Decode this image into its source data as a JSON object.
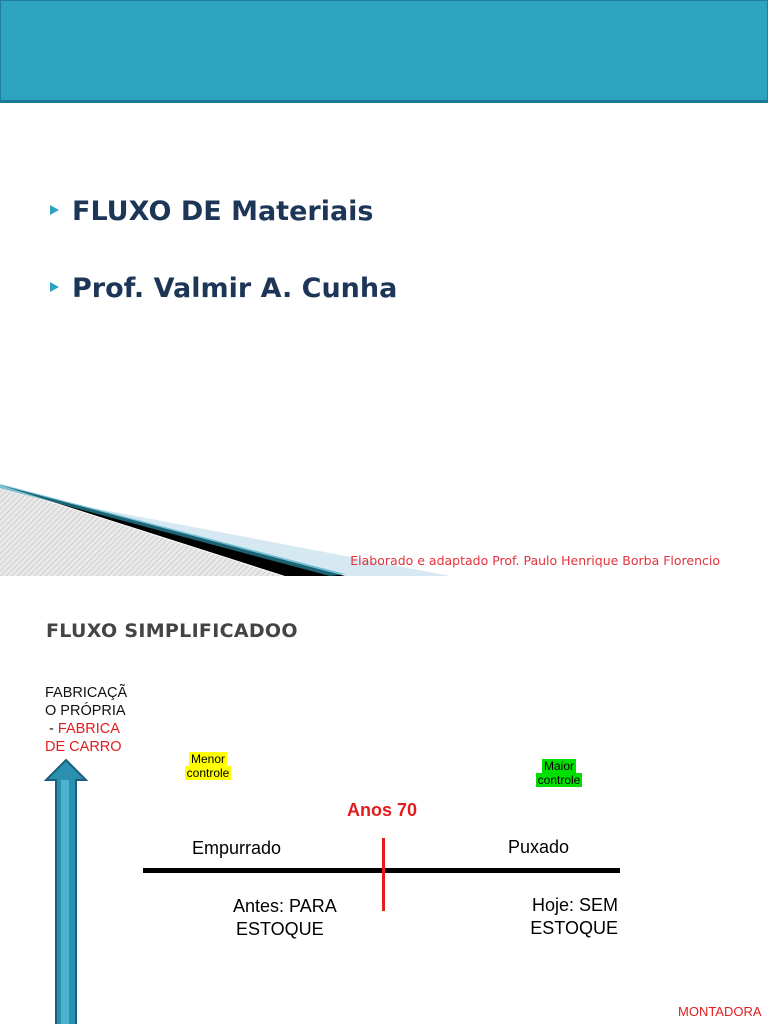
{
  "slide1": {
    "bullets": [
      {
        "text": "FLUXO DE Materiais"
      },
      {
        "text": "Prof. Valmir A. Cunha"
      }
    ],
    "credit": "Elaborado e adaptado Prof. Paulo Henrique Borba Florencio"
  },
  "slide2": {
    "title": "FLUXO SIMPLIFICADOO",
    "fabricacao_line1": "FABRICAÇÃ",
    "fabricacao_line2": "O PRÓPRIA",
    "fabricacao_dash": " - ",
    "fabricacao_red_1": "FABRICA",
    "fabricacao_red_2": "DE CARRO",
    "menor_1": "Menor",
    "menor_2": "controle",
    "maior_1": "Maior",
    "maior_2": "controle",
    "anos": "Anos 70",
    "empurrado": "Empurrado",
    "puxado": "Puxado",
    "antes_1": "Antes: PARA",
    "antes_2": "ESTOQUE",
    "hoje_1": "Hoje: SEM",
    "hoje_2": "ESTOQUE",
    "montadora": "MONTADORA"
  },
  "colors": {
    "banner": "#2ea3c0",
    "title_text": "#1d3557",
    "accent_red": "#e11d1d",
    "highlight_yellow": "#ffff00",
    "highlight_green": "#00e000"
  }
}
